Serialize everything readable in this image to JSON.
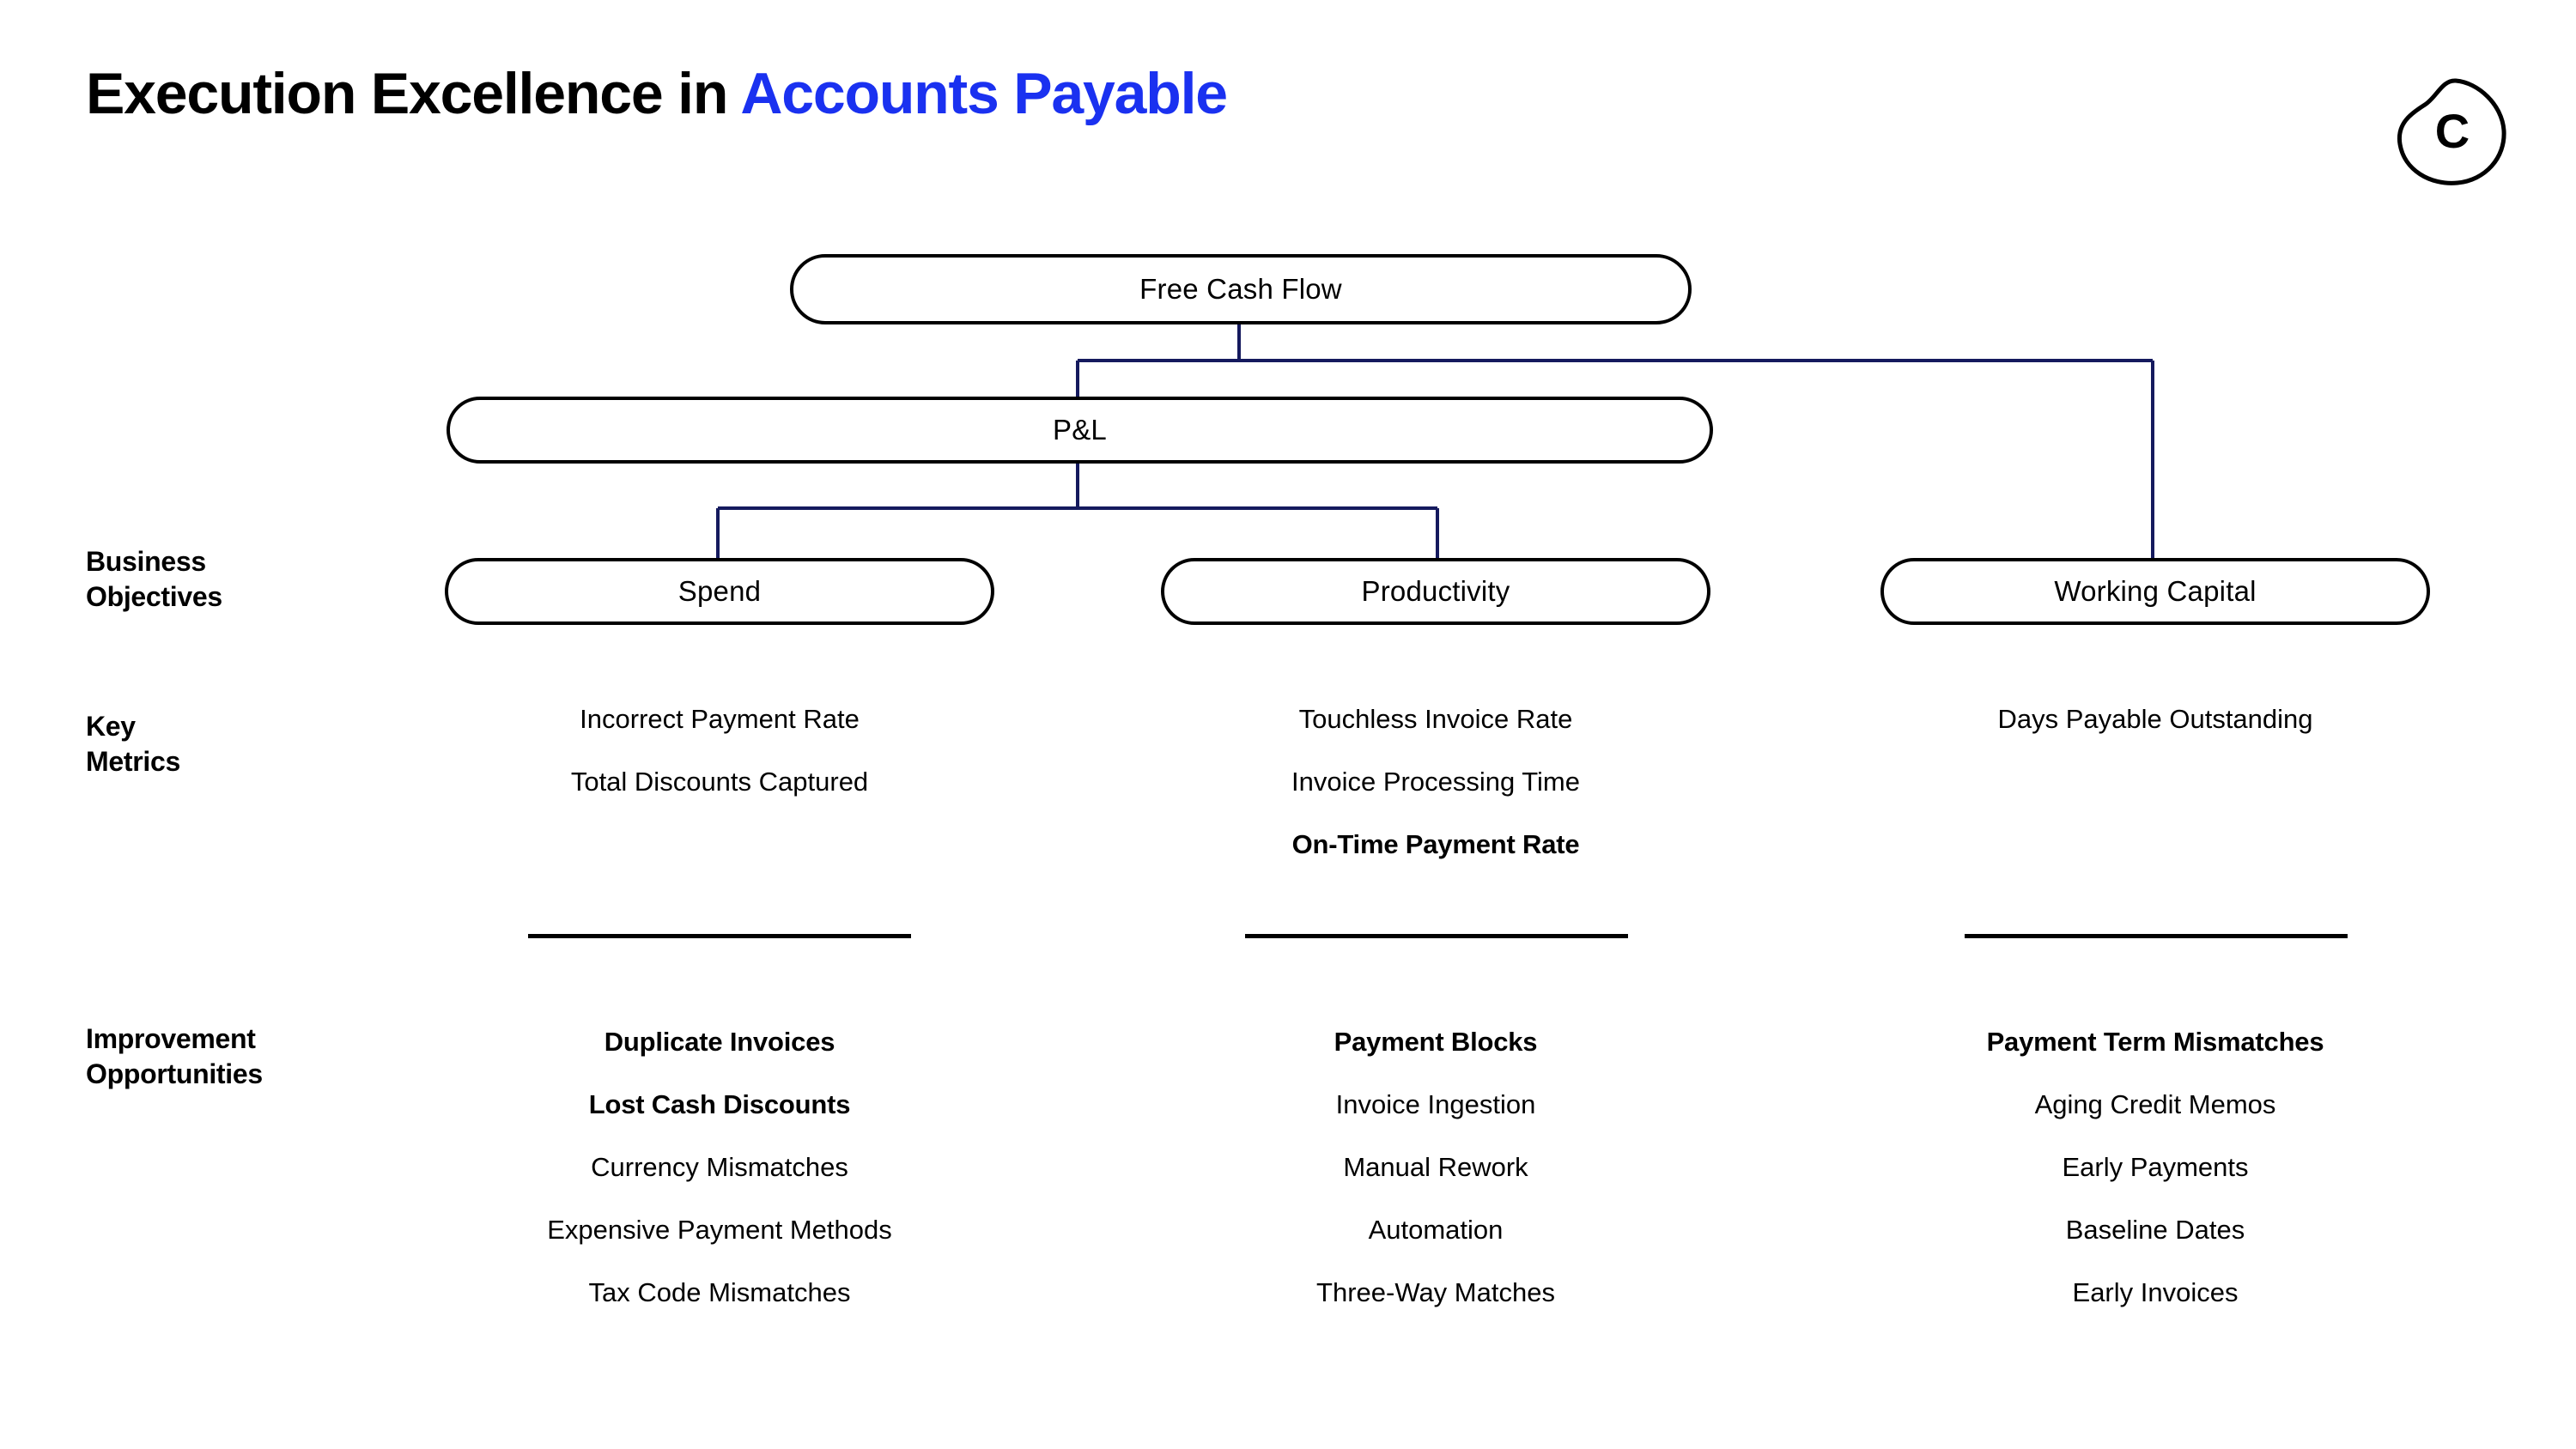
{
  "title": {
    "prefix": "Execution Excellence in ",
    "highlight": "Accounts Payable"
  },
  "logo": {
    "letter": "C",
    "shape": "blob-icon"
  },
  "colors": {
    "accent_blue": "#1a31f0",
    "connector_navy": "#151a5e",
    "text_black": "#000000",
    "background": "#ffffff"
  },
  "row_labels": {
    "objectives": "Business\nObjectives",
    "metrics": "Key\nMetrics",
    "improvements": "Improvement\nOpportunities"
  },
  "tree": {
    "root": "Free Cash Flow",
    "level2": "P&L",
    "level3": [
      "Spend",
      "Productivity",
      "Working Capital"
    ]
  },
  "columns": [
    {
      "objective": "Spend",
      "key_metrics": [
        {
          "label": "Incorrect Payment Rate",
          "bold": false
        },
        {
          "label": "Total Discounts Captured",
          "bold": false
        }
      ],
      "improvement_opportunities": [
        {
          "label": "Duplicate Invoices",
          "bold": true
        },
        {
          "label": "Lost Cash Discounts",
          "bold": true
        },
        {
          "label": "Currency Mismatches",
          "bold": false
        },
        {
          "label": "Expensive Payment Methods",
          "bold": false
        },
        {
          "label": "Tax Code Mismatches",
          "bold": false
        }
      ]
    },
    {
      "objective": "Productivity",
      "key_metrics": [
        {
          "label": "Touchless Invoice Rate",
          "bold": false
        },
        {
          "label": "Invoice Processing Time",
          "bold": false
        },
        {
          "label": "On-Time Payment Rate",
          "bold": true
        }
      ],
      "improvement_opportunities": [
        {
          "label": "Payment Blocks",
          "bold": true
        },
        {
          "label": "Invoice Ingestion",
          "bold": false
        },
        {
          "label": "Manual Rework",
          "bold": false
        },
        {
          "label": "Automation",
          "bold": false
        },
        {
          "label": "Three-Way Matches",
          "bold": false
        }
      ]
    },
    {
      "objective": "Working Capital",
      "key_metrics": [
        {
          "label": "Days Payable Outstanding",
          "bold": false
        }
      ],
      "improvement_opportunities": [
        {
          "label": "Payment Term Mismatches",
          "bold": true
        },
        {
          "label": "Aging Credit Memos",
          "bold": false
        },
        {
          "label": "Early Payments",
          "bold": false
        },
        {
          "label": "Baseline Dates",
          "bold": false
        },
        {
          "label": "Early Invoices",
          "bold": false
        }
      ]
    }
  ]
}
